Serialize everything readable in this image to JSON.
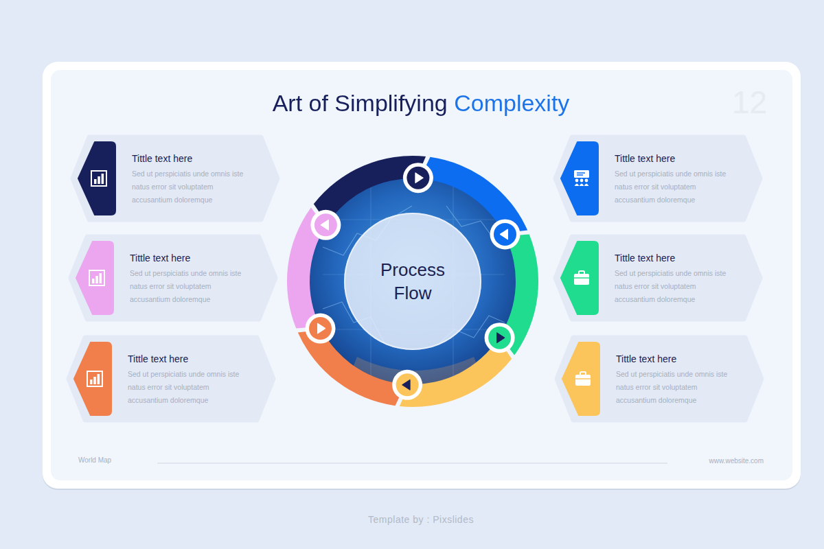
{
  "diagram": {
    "title": "Art of Simplifying Complexity",
    "nodes": [
      {
        "text": [
          "Tittle text here",
          "Sed ut perspiciatis unde omnis iste natus error sit voluptatem accusantium doloremque"
        ]
      },
      {
        "text": [
          "Tittle text here",
          "Sed ut perspiciatis unde omnis iste natus error sit voluptatem accusantium doloremque"
        ]
      },
      {
        "text": [
          "Tittle text here",
          "Sed ut perspiciatis unde omnis iste natus error sit voluptatem accusantium doloremque"
        ]
      },
      {
        "text": [
          "Process Flow"
        ]
      },
      {
        "text": [
          "Tittle text here",
          "Sed ut perspiciatis unde omnis iste natus error sit voluptatem accusantium doloremque"
        ]
      },
      {
        "text": [
          "Tittle text here",
          "Sed ut perspiciatis unde omnis iste natus error sit voluptatem accusantium doloremque"
        ]
      },
      {
        "text": [
          "Tittle text here",
          "Sed ut perspiciatis unde omnis iste natus error sit voluptatem accusantium doloremque"
        ]
      }
    ],
    "labels": [
      "12",
      "World Map",
      "www.website.com",
      "Template by : Pixslides"
    ]
  }
}
